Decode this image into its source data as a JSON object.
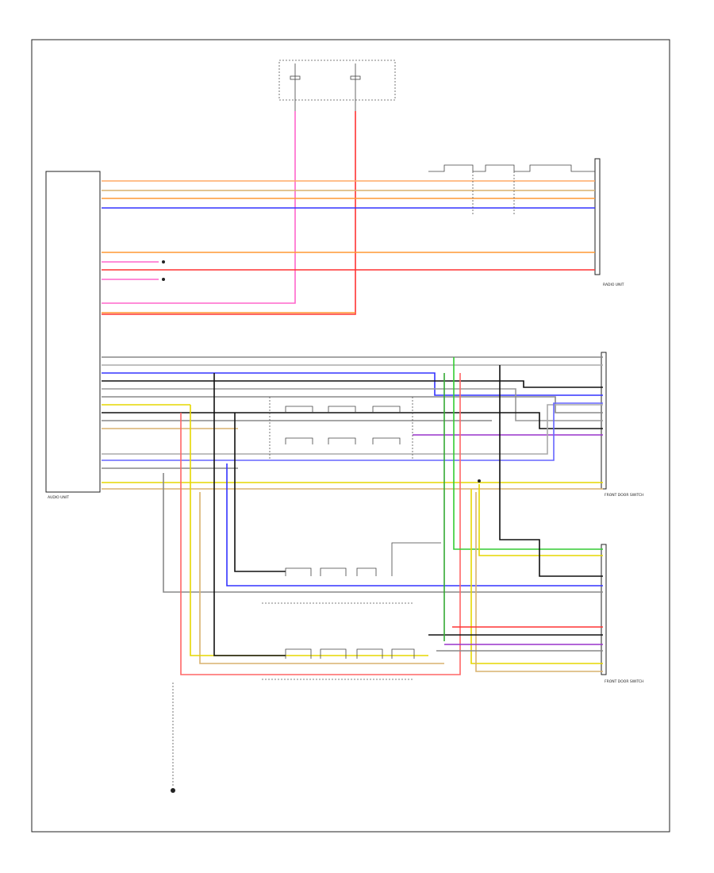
{
  "diagram": {
    "footer_code": "",
    "modules": [
      {
        "id": "audio-unit",
        "caption": "AUDIO UNIT"
      },
      {
        "id": "radio-unit",
        "caption": "RADIO UNIT"
      },
      {
        "id": "front-door-switch-1",
        "caption": "FRONT DOOR SWITCH"
      },
      {
        "id": "front-door-switch-2",
        "caption": "FRONT DOOR SWITCH"
      },
      {
        "id": "fuse-box",
        "caption": ""
      }
    ],
    "ground_label": "",
    "wire_colors": {
      "pink": "#ff66cc",
      "red": "#ff3333",
      "orange": "#ff9933",
      "blue": "#3333ff",
      "yellow": "#e6d700",
      "green": "#33cc33",
      "violet": "#9933cc",
      "gray": "#888888",
      "black": "#111111",
      "tan": "#d9b26f"
    }
  }
}
